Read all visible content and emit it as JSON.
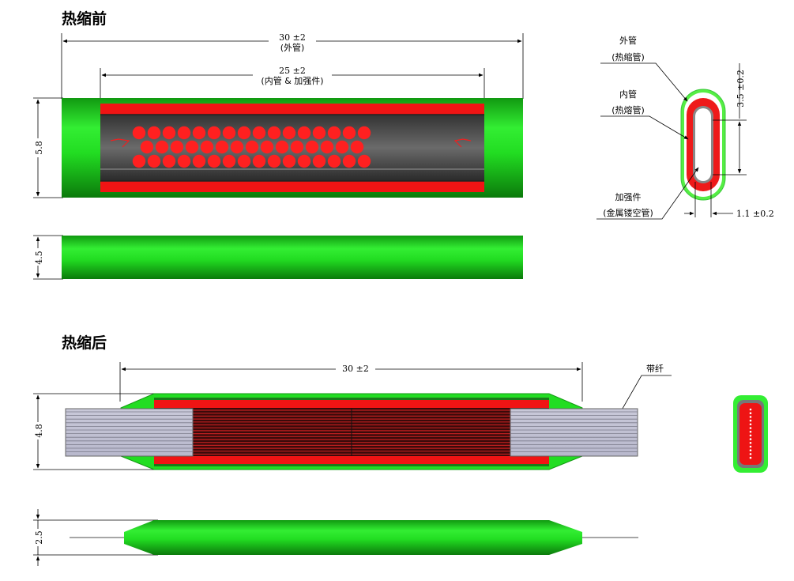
{
  "sections": {
    "before": "热缩前",
    "after": "热缩后"
  },
  "dimensions": {
    "outer_len": "30 ±2",
    "outer_len_label": "(外管)",
    "inner_len": "25 ±2",
    "inner_len_label": "(内管 & 加强件)",
    "height_before": "5.8",
    "height_tube": "4.5",
    "cross_height": "3.5 ±0.2",
    "cross_width": "1.1 ±0.2",
    "after_len": "30 ±2",
    "height_after": "4.8",
    "height_after_side": "2.5"
  },
  "callouts": {
    "outer_tube": "外管",
    "outer_tube_sub": "(热缩管)",
    "inner_tube": "内管",
    "inner_tube_sub": "(热熔管)",
    "reinforcement": "加强件",
    "reinforcement_sub": "(金属镂空管)",
    "ribbon": "带纤"
  },
  "colors": {
    "outer_tube": "#22dd22",
    "inner_tube": "#ee1111",
    "core": "#555555",
    "fiber": "#ff2020"
  },
  "fiber_rows": [
    16,
    15,
    16
  ]
}
